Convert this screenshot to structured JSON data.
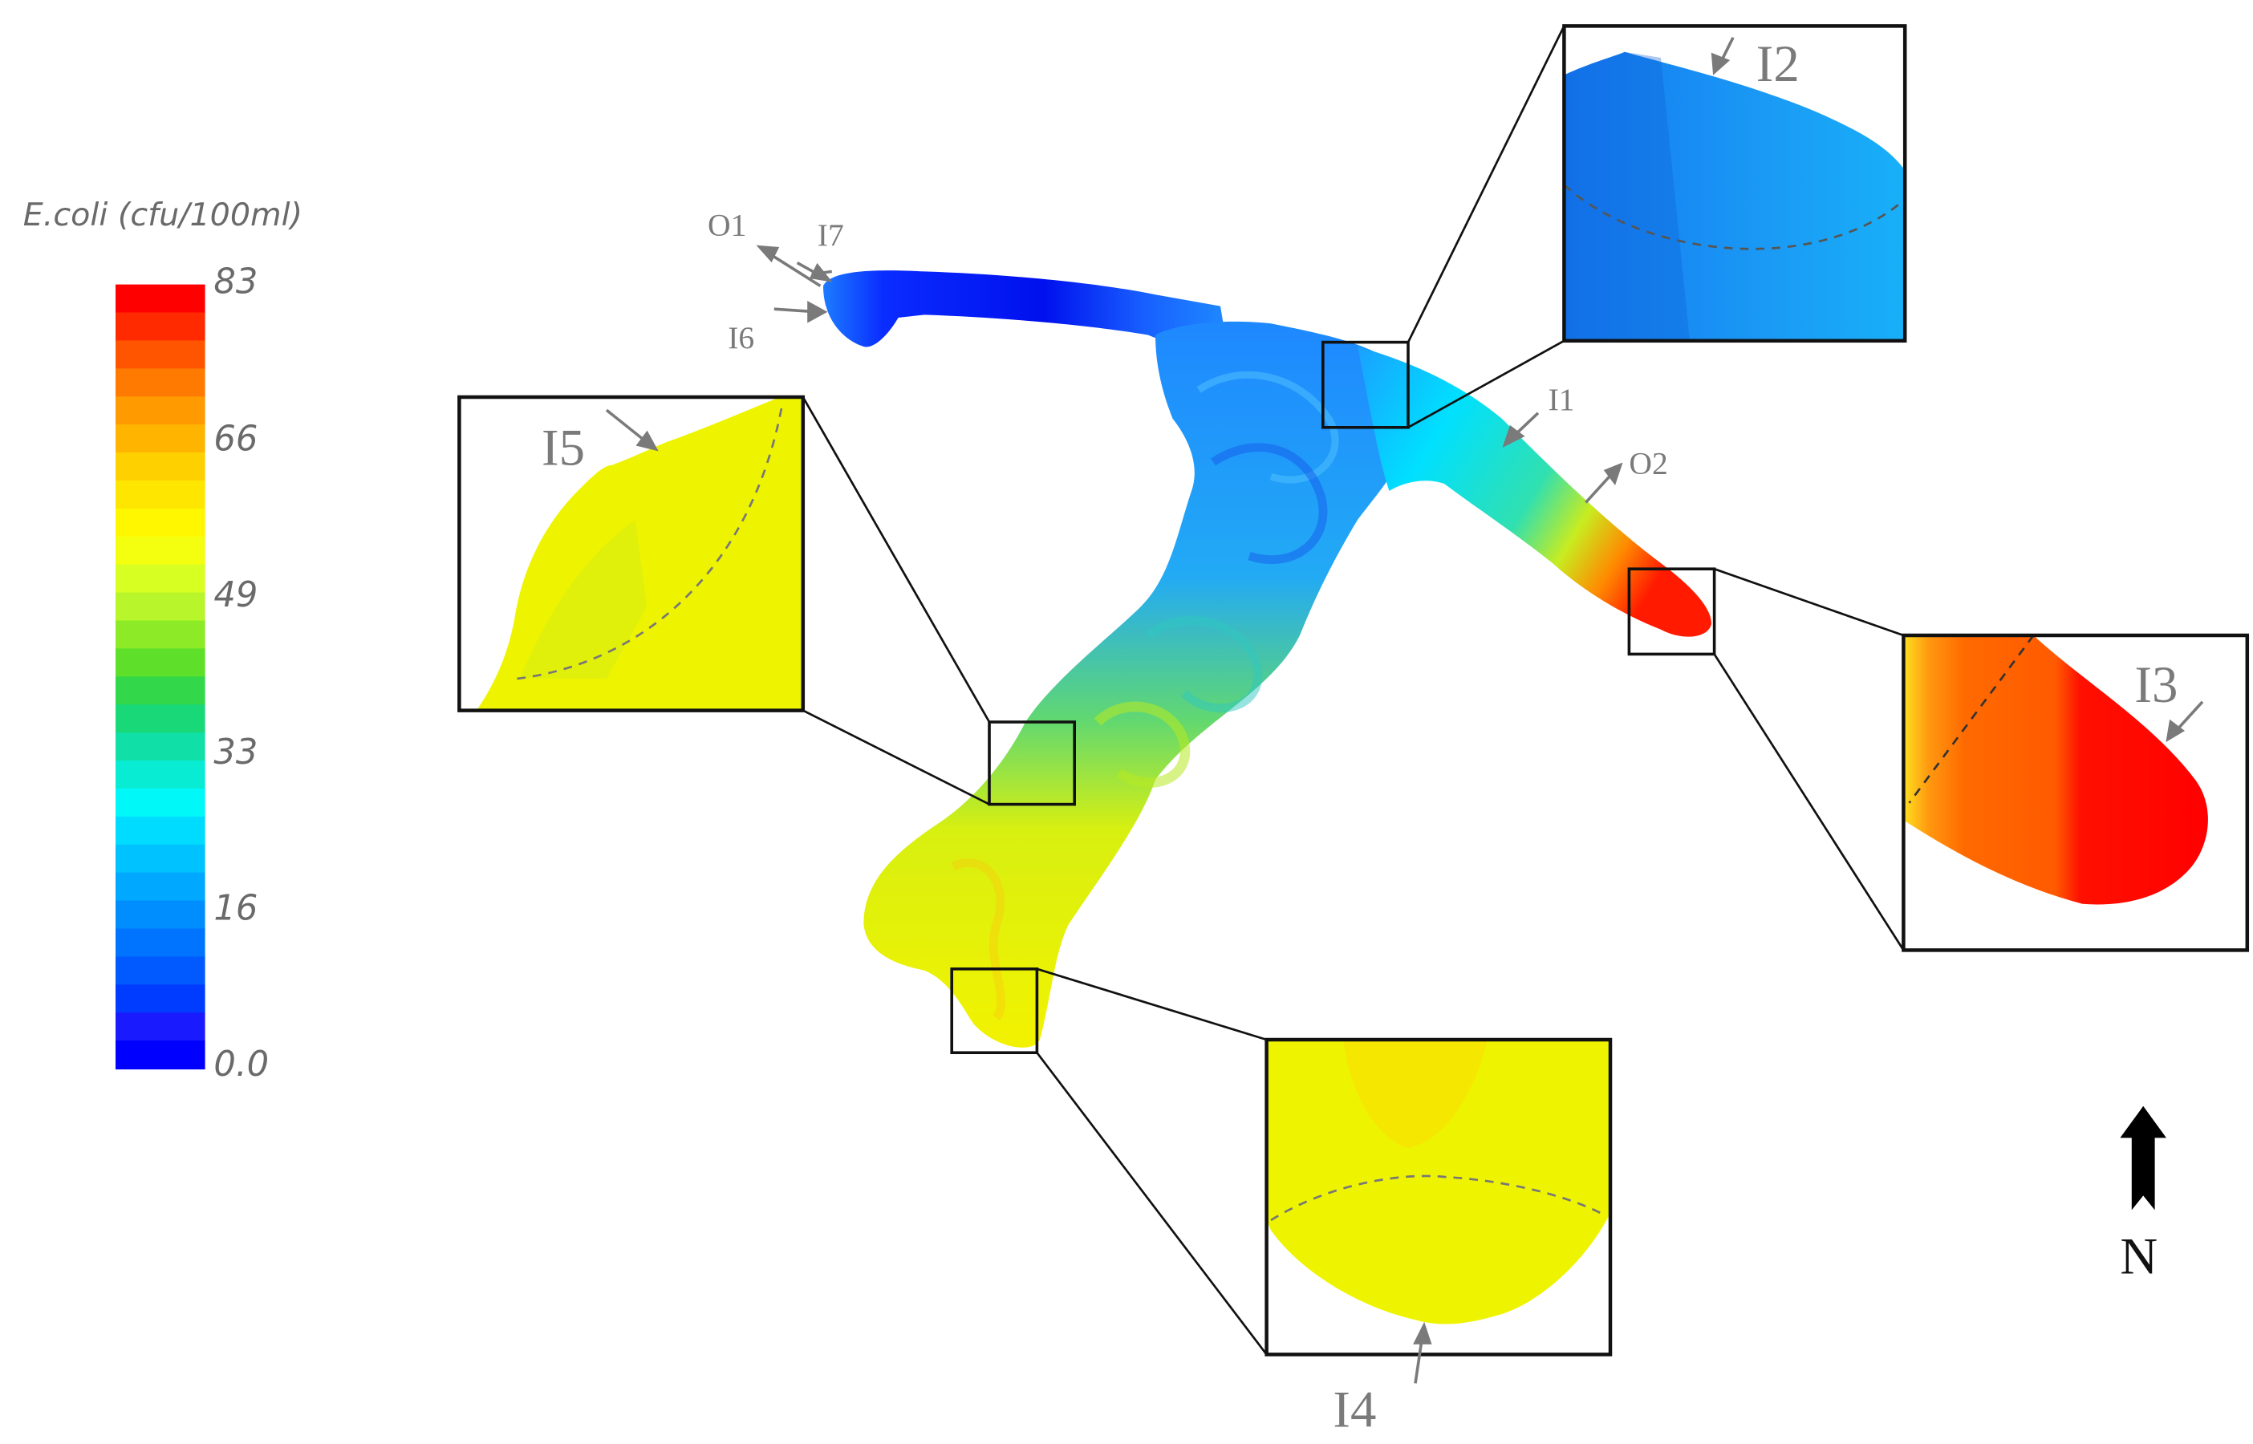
{
  "legend": {
    "title": "E.coli (cfu/100ml)",
    "ticks": [
      "83",
      "66",
      "49",
      "33",
      "16",
      "0.0"
    ],
    "colors": [
      "#ff0000",
      "#ff2a00",
      "#ff5500",
      "#ff7a00",
      "#ff9a00",
      "#ffb500",
      "#ffd000",
      "#ffe600",
      "#fff700",
      "#f4ff10",
      "#d8ff22",
      "#b8f52a",
      "#8cea26",
      "#5ee02a",
      "#32d84a",
      "#18d878",
      "#10e0a8",
      "#08ecd4",
      "#00f8f8",
      "#00dcff",
      "#00c2ff",
      "#00a8ff",
      "#008eff",
      "#0074ff",
      "#005aff",
      "#003cff",
      "#1a1aff",
      "#0000ff"
    ]
  },
  "labels": {
    "o1": "O1",
    "i7": "I7",
    "i6": "I6",
    "i1": "I1",
    "o2": "O2",
    "i2": "I2",
    "i3": "I3",
    "i4": "I4",
    "i5": "I5"
  },
  "north": "N"
}
